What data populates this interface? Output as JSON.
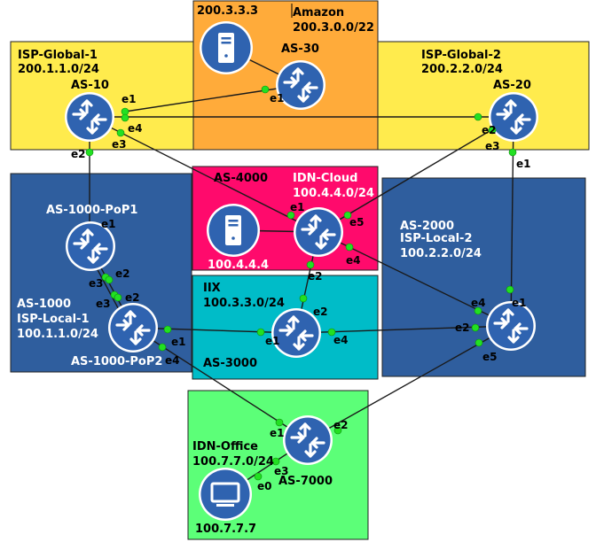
{
  "regions": {
    "amazon": {
      "ip": "200.3.3.3",
      "name": "Amazon",
      "net": "200.3.0.0/22",
      "as": "AS-30"
    },
    "isp_global_1": {
      "name": "ISP-Global-1",
      "net": "200.1.1.0/24",
      "as": "AS-10"
    },
    "isp_global_2": {
      "name": "ISP-Global-2",
      "net": "200.2.2.0/24",
      "as": "AS-20"
    },
    "idn_cloud": {
      "as": "AS-4000",
      "name": "IDN-Cloud",
      "net": "100.4.4.0/24",
      "ip": "100.4.4.4"
    },
    "iix": {
      "name": "IIX",
      "net": "100.3.3.0/24",
      "as": "AS-3000"
    },
    "isp_local_1": {
      "pop1": "AS-1000-PoP1",
      "as": "AS-1000",
      "name": "ISP-Local-1",
      "net": "100.1.1.0/24",
      "pop2": "AS-1000-PoP2"
    },
    "isp_local_2": {
      "as": "AS-2000",
      "name": "ISP-Local-2",
      "net": "100.2.2.0/24"
    },
    "idn_office": {
      "name": "IDN-Office",
      "net": "100.7.7.0/24",
      "as": "AS-7000",
      "ip": "100.7.7.7"
    }
  },
  "ports": {
    "as30_e1": "e1",
    "as10_e1": "e1",
    "as10_e4": "e4",
    "as10_e3": "e3",
    "as10_e2": "e2",
    "as20_e2a": "e2",
    "as20_e3": "e3",
    "as20_e1": "e1",
    "pop1_e1": "e1",
    "pop1_e2": "e2",
    "pop1_e3": "e3",
    "pop2_e3": "e3",
    "pop2_e2": "e2",
    "pop2_e1": "e1",
    "pop2_e4": "e4",
    "cloud_e1": "e1",
    "cloud_e5": "e5",
    "cloud_e4": "e4",
    "cloud_e2": "e2",
    "iix_e2": "e2",
    "iix_e1": "e1",
    "iix_e4": "e4",
    "as2000_e4": "e4",
    "as2000_e1": "e1",
    "as2000_e2": "e2",
    "as2000_e5": "e5",
    "as7000_e1": "e1",
    "as7000_e2": "e2",
    "as7000_e3": "e3",
    "as7000_e0": "e0"
  },
  "colors": {
    "global": "#ffeb4d",
    "amazon": "#ffab3a",
    "cloud": "#ff0a6c",
    "iix": "#00bcc8",
    "local": "#2f5e9e",
    "office": "#5cff78",
    "device": "#2f63b0"
  },
  "icons": {
    "router": "router-icon",
    "server": "server-icon",
    "pc": "monitor-icon"
  }
}
